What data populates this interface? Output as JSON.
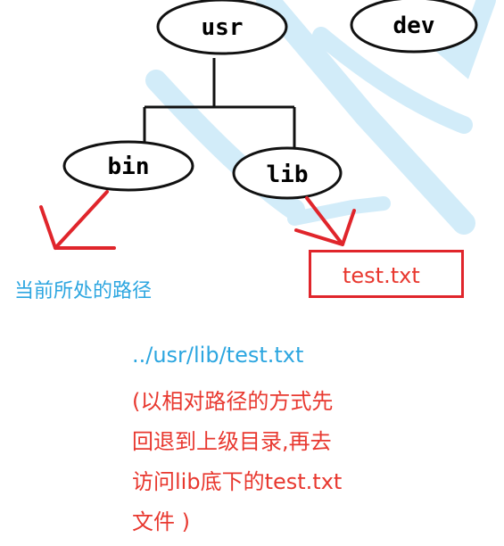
{
  "tree": {
    "nodes": {
      "usr": "usr",
      "dev": "dev",
      "bin": "bin",
      "lib": "lib"
    }
  },
  "target": {
    "label": "test.txt"
  },
  "annotations": {
    "current_path": "当前所处的路径",
    "relative_path": "../usr/lib/test.txt",
    "explanation_lines": [
      "(以相对路径的方式先",
      "回退到上级目录,再去",
      "访问lib底下的test.txt",
      "文件   )"
    ]
  },
  "colors": {
    "arrow_red": "#e0252b",
    "text_blue": "#2ca6e0",
    "text_red": "#e8382f",
    "watermark": "#cfeaf8"
  }
}
